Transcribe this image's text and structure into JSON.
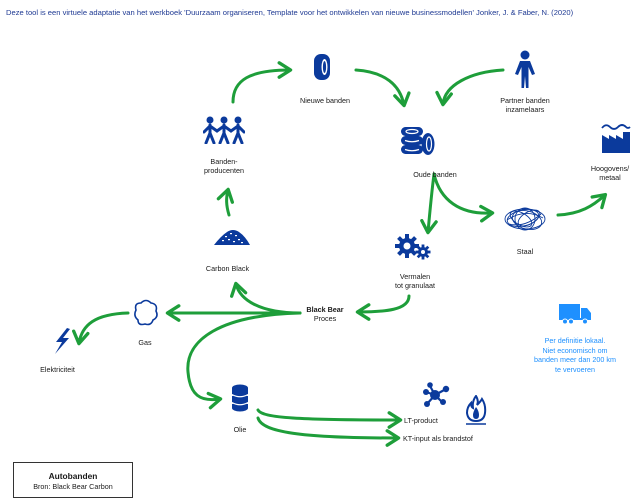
{
  "header": {
    "text": "Deze tool is een virtuele adaptatie van het werkboek 'Duurzaam organiseren, Template voor het ontwikkelen van nieuwe businessmodellen' Jonker, J. & Faber, N. (2020)"
  },
  "colors": {
    "arrow": "#1e9e3a",
    "icon": "#0b3a9c",
    "note": "#1e90ff",
    "header": "#1f3a93"
  },
  "nodes": {
    "nieuwe_banden": {
      "label": "Nieuwe banden",
      "icon": "tire-icon"
    },
    "partner": {
      "label_1": "Partner banden",
      "label_2": "inzamelaars",
      "icon": "person-icon"
    },
    "producenten": {
      "label_1": "Banden-",
      "label_2": "producenten",
      "icon": "people-icon"
    },
    "oude_banden": {
      "label": "Oude banden",
      "icon": "tire-stack-icon"
    },
    "hoogovens": {
      "label_1": "Hoogovens/",
      "label_2": "metaal",
      "icon": "factory-icon"
    },
    "staal": {
      "label": "Staal",
      "icon": "steel-wire-icon"
    },
    "vermalen": {
      "label_1": "Vermalen",
      "label_2": "tot granulaat",
      "icon": "gears-icon"
    },
    "carbon_black": {
      "label": "Carbon Black",
      "icon": "powder-pile-icon"
    },
    "black_bear": {
      "label_1": "Black Bear",
      "label_2": "Proces"
    },
    "gas": {
      "label": "Gas",
      "icon": "cloud-icon"
    },
    "elektriciteit": {
      "label": "Elektriciteit",
      "icon": "lightning-icon"
    },
    "olie": {
      "label": "Olie",
      "icon": "database-barrel-icon"
    },
    "lt_product": {
      "label": "LT-product",
      "icon": "molecule-icon"
    },
    "kt_input": {
      "label": "KT-input als brandstof",
      "icon": "flame-icon"
    }
  },
  "note": {
    "icon": "truck-icon",
    "lines": [
      "Per definitie lokaal.",
      "Niet economisch om",
      "banden meer dan 200 km",
      "te vervoeren"
    ]
  },
  "legend": {
    "title": "Autobanden",
    "source": "Bron: Black Bear Carbon"
  }
}
